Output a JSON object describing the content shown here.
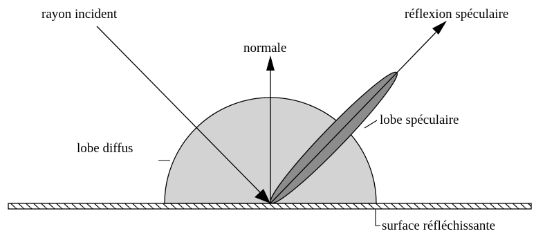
{
  "diagram": {
    "labels": {
      "incident_ray": "rayon incident",
      "normal": "normale",
      "specular_reflection": "réflexion spéculaire",
      "specular_lobe": "lobe spéculaire",
      "diffuse_lobe": "lobe diffus",
      "reflective_surface": "surface réfléchissante"
    },
    "colors": {
      "diffuse_lobe_fill": "#d3d3d3",
      "specular_lobe_fill": "#8c8c8c",
      "line": "#000000",
      "background": "#ffffff"
    }
  }
}
